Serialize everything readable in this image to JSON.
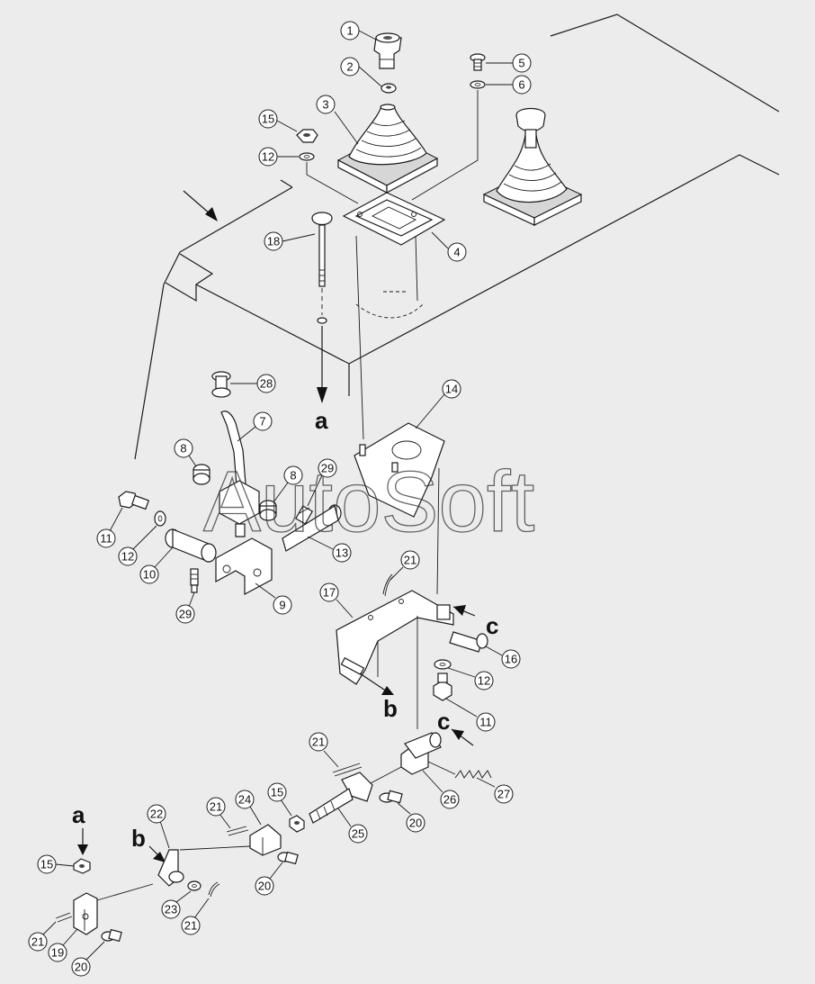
{
  "watermark": "AutoSoft",
  "letters": [
    "a",
    "b",
    "c",
    "a",
    "b",
    "c"
  ],
  "callouts": [
    {
      "id": "c1",
      "label": "1"
    },
    {
      "id": "c2",
      "label": "2"
    },
    {
      "id": "c3",
      "label": "3"
    },
    {
      "id": "c4",
      "label": "4"
    },
    {
      "id": "c5",
      "label": "5"
    },
    {
      "id": "c6",
      "label": "6"
    },
    {
      "id": "c7",
      "label": "7"
    },
    {
      "id": "c8a",
      "label": "8"
    },
    {
      "id": "c8b",
      "label": "8"
    },
    {
      "id": "c9",
      "label": "9"
    },
    {
      "id": "c10",
      "label": "10"
    },
    {
      "id": "c11a",
      "label": "11"
    },
    {
      "id": "c11b",
      "label": "11"
    },
    {
      "id": "c12a",
      "label": "12"
    },
    {
      "id": "c12b",
      "label": "12"
    },
    {
      "id": "c12c",
      "label": "12"
    },
    {
      "id": "c13",
      "label": "13"
    },
    {
      "id": "c14",
      "label": "14"
    },
    {
      "id": "c15a",
      "label": "15"
    },
    {
      "id": "c15b",
      "label": "15"
    },
    {
      "id": "c15c",
      "label": "15"
    },
    {
      "id": "c16",
      "label": "16"
    },
    {
      "id": "c17",
      "label": "17"
    },
    {
      "id": "c18",
      "label": "18"
    },
    {
      "id": "c19",
      "label": "19"
    },
    {
      "id": "c20a",
      "label": "20"
    },
    {
      "id": "c20b",
      "label": "20"
    },
    {
      "id": "c20c",
      "label": "20"
    },
    {
      "id": "c21a",
      "label": "21"
    },
    {
      "id": "c21b",
      "label": "21"
    },
    {
      "id": "c21c",
      "label": "21"
    },
    {
      "id": "c21d",
      "label": "21"
    },
    {
      "id": "c21e",
      "label": "21"
    },
    {
      "id": "c22",
      "label": "22"
    },
    {
      "id": "c23",
      "label": "23"
    },
    {
      "id": "c24",
      "label": "24"
    },
    {
      "id": "c25",
      "label": "25"
    },
    {
      "id": "c26",
      "label": "26"
    },
    {
      "id": "c27",
      "label": "27"
    },
    {
      "id": "c28",
      "label": "28"
    },
    {
      "id": "c29a",
      "label": "29"
    },
    {
      "id": "c29b",
      "label": "29"
    }
  ]
}
